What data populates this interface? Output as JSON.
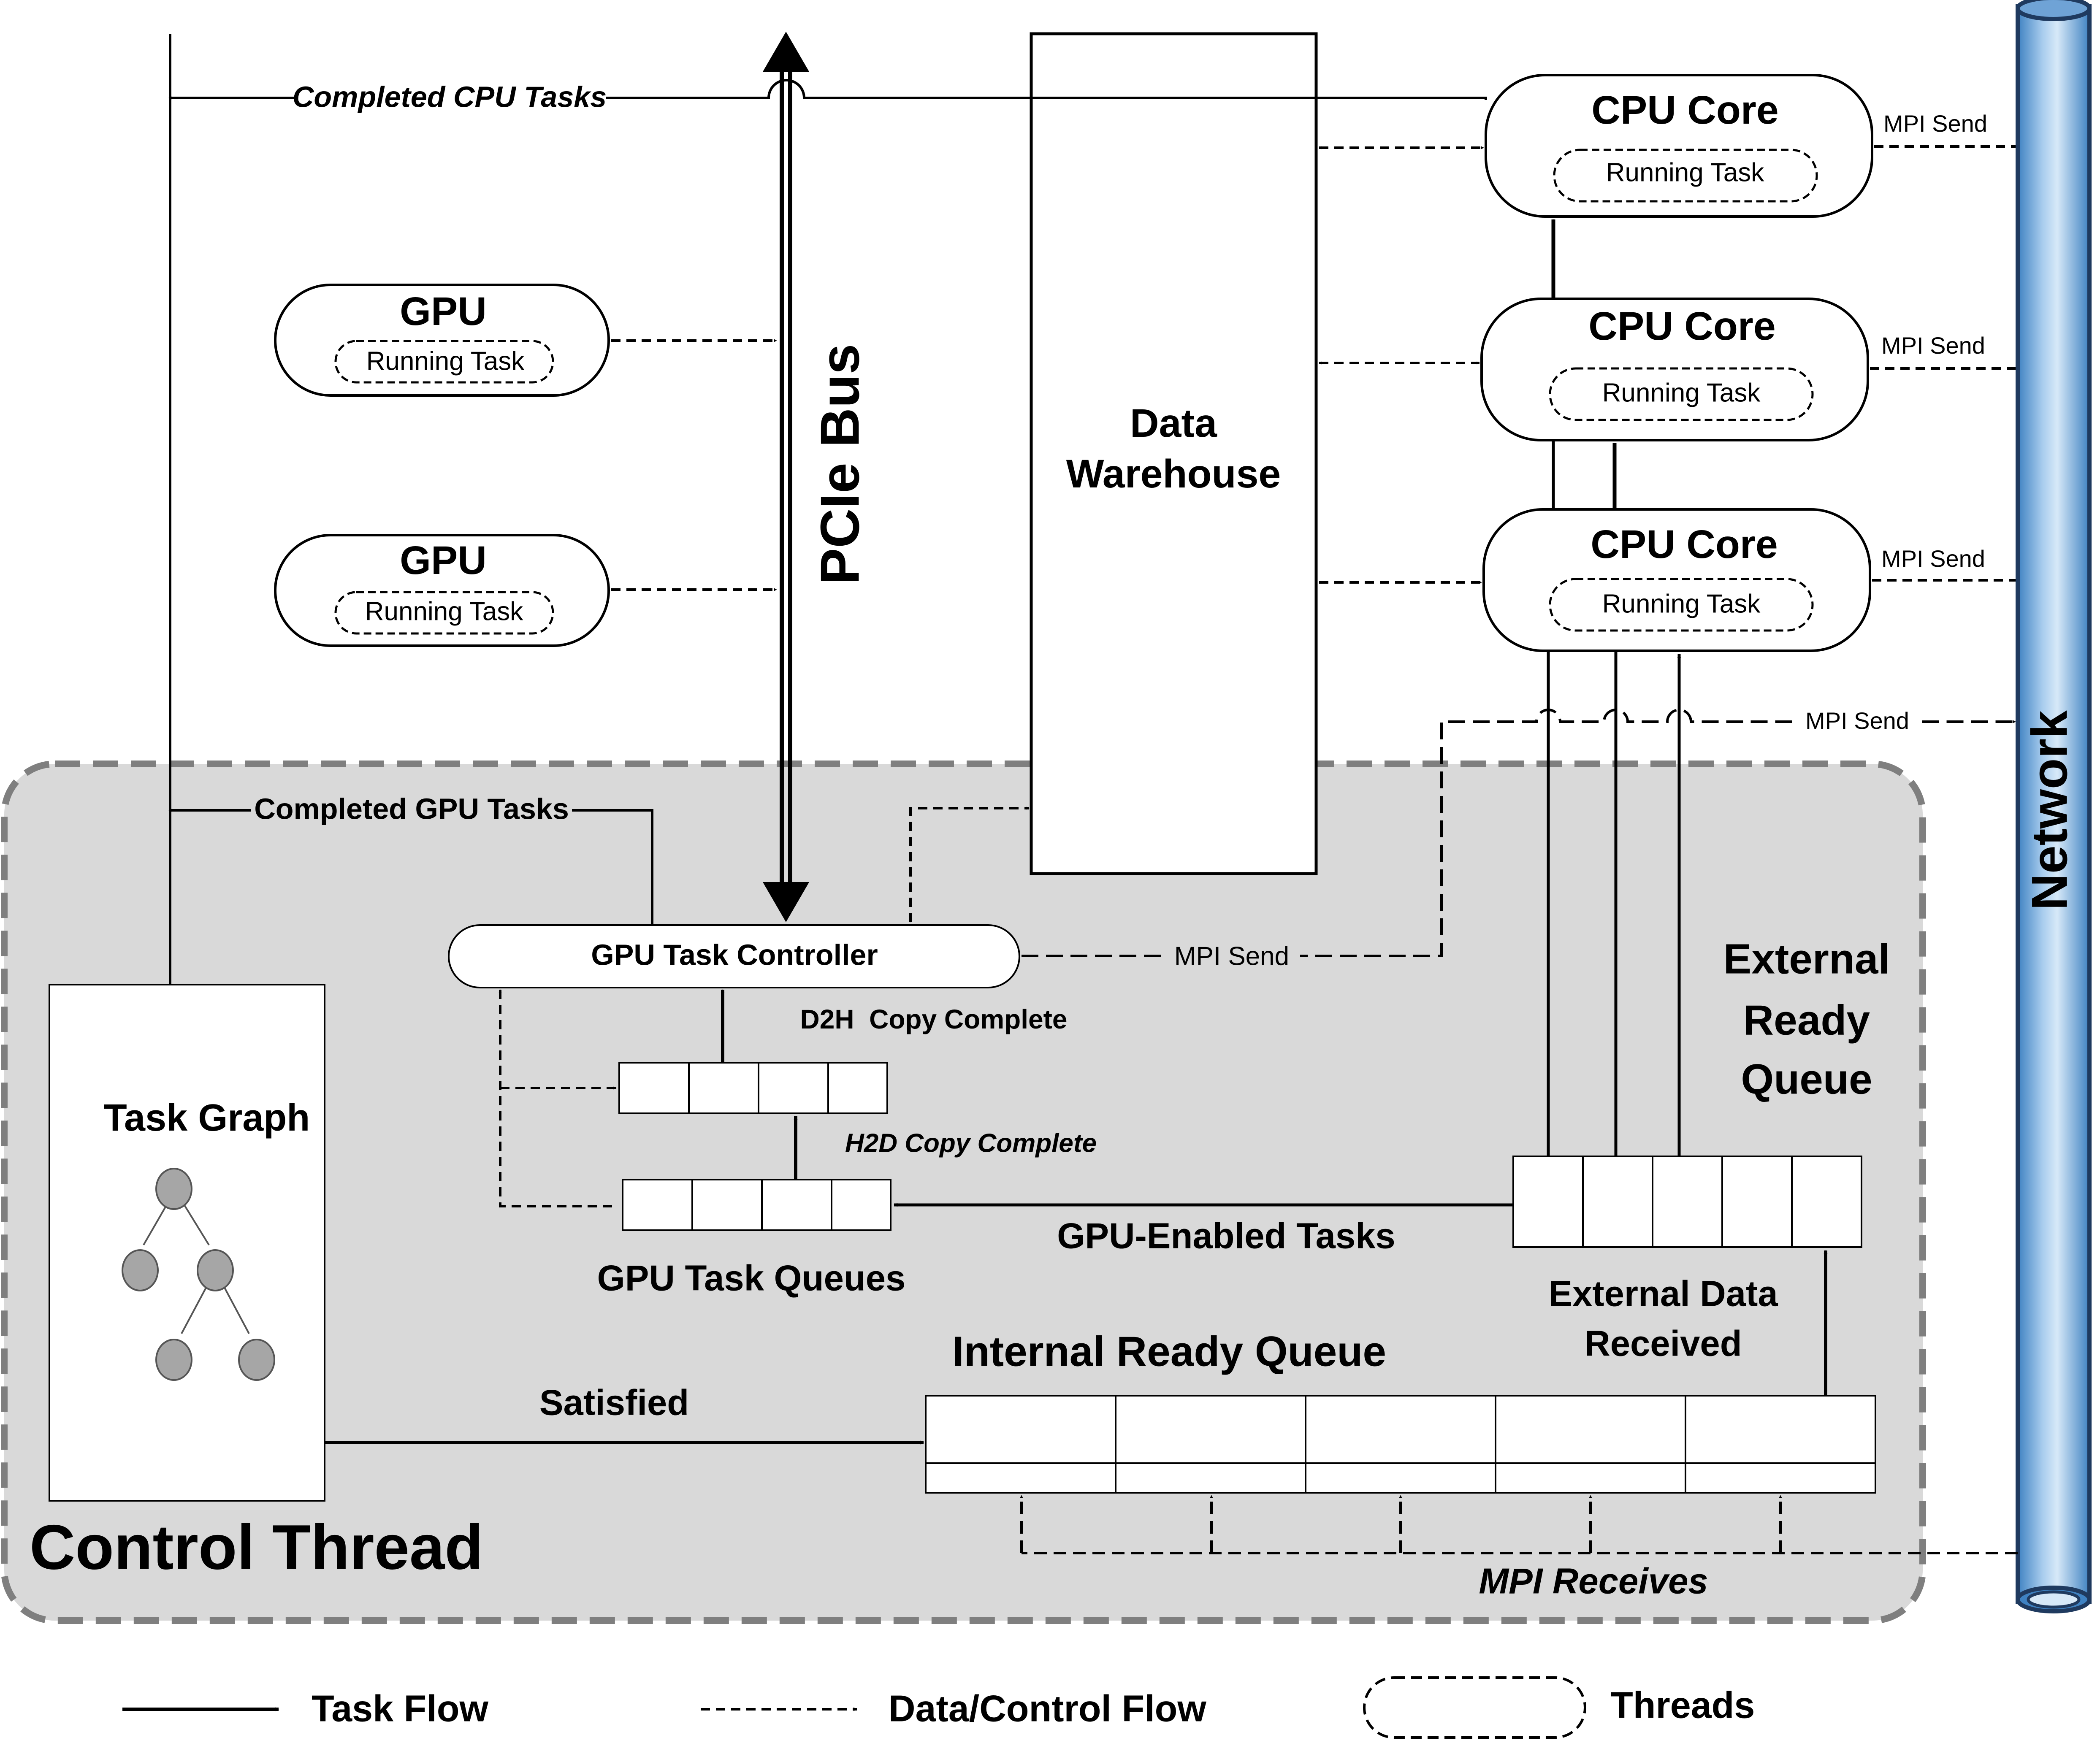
{
  "control_thread": {
    "label": "Control Thread"
  },
  "pcie_bus": {
    "label": "PCIe Bus"
  },
  "network": {
    "label": "Network"
  },
  "data_warehouse": {
    "line1": "Data",
    "line2": "Warehouse"
  },
  "gpus": [
    {
      "title": "GPU",
      "task": "Running Task"
    },
    {
      "title": "GPU",
      "task": "Running Task"
    }
  ],
  "cpu_cores": [
    {
      "title": "CPU Core",
      "task": "Running Task",
      "mpi": "MPI Send"
    },
    {
      "title": "CPU Core",
      "task": "Running Task",
      "mpi": "MPI Send"
    },
    {
      "title": "CPU Core",
      "task": "Running Task",
      "mpi": "MPI Send"
    }
  ],
  "gpu_task_controller": {
    "label": "GPU Task Controller",
    "mpi": "MPI Send"
  },
  "task_graph": {
    "label": "Task Graph"
  },
  "external_ready_queue": {
    "line1": "External",
    "line2": "Ready",
    "line3": "Queue"
  },
  "internal_ready_queue": {
    "label": "Internal Ready Queue"
  },
  "gpu_task_queues": {
    "label": "GPU Task Queues"
  },
  "flow_labels": {
    "completed_cpu_tasks": "Completed CPU Tasks",
    "completed_gpu_tasks": "Completed GPU Tasks",
    "d2h_copy": "D2H  Copy Complete",
    "h2d_copy": "H2D Copy Complete",
    "gpu_enabled_tasks": "GPU-Enabled Tasks",
    "satisfied": "Satisfied",
    "external_data_line1": "External Data",
    "external_data_line2": "Received",
    "mpi_receives": "MPI Receives",
    "mpi_send_network": "MPI Send"
  },
  "legend": {
    "task_flow": "Task Flow",
    "data_control_flow": "Data/Control Flow",
    "threads": "Threads"
  }
}
